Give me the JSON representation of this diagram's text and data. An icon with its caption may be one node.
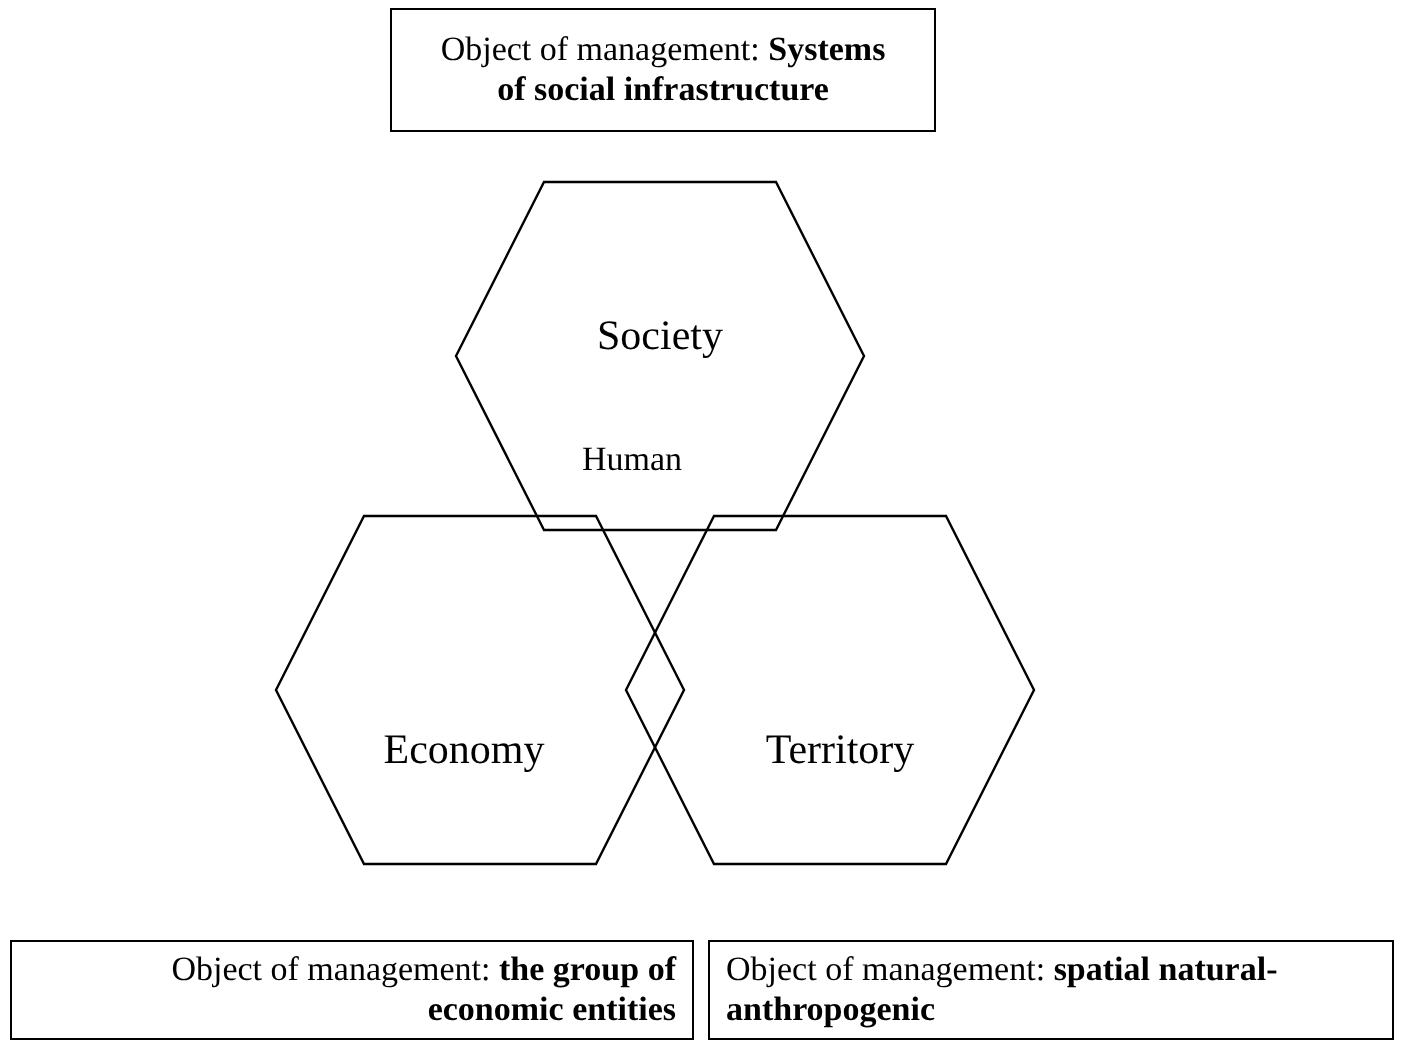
{
  "diagram": {
    "nodes": [
      {
        "text": [
          "Object of management: **Systems of social infrastructure**"
        ]
      },
      {
        "text": [
          "Society"
        ]
      },
      {
        "text": [
          "Economy"
        ]
      },
      {
        "text": [
          "Territory"
        ]
      },
      {
        "text": [
          "Object of management: **the group of economic entities**"
        ]
      },
      {
        "text": [
          "Object of management: **spatial natural-anthropogenic**"
        ]
      }
    ],
    "edges": [],
    "labels": [
      "Human"
    ]
  }
}
